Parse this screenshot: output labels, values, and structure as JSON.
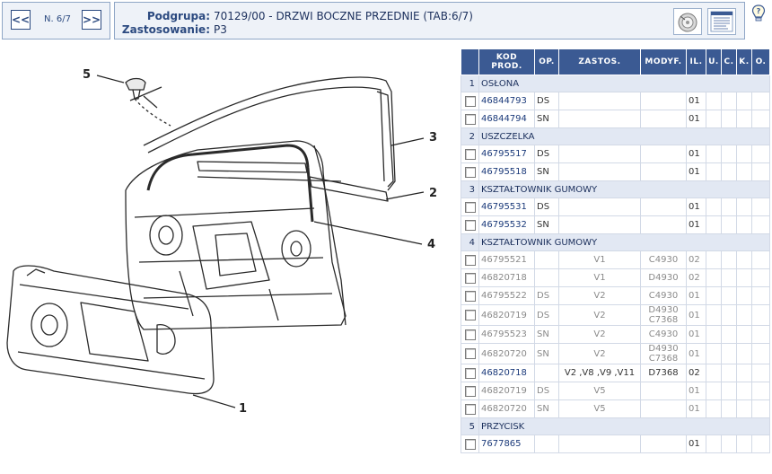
{
  "nav": {
    "prev_label": "<<",
    "next_label": ">>",
    "page_label": "N. 6/7"
  },
  "header": {
    "subgroup_label": "Podgrupa:",
    "subgroup_value": "70129/00 - DRZWI BOCZNE PRZEDNIE (TAB:6/7)",
    "usage_label": "Zastosowanie:",
    "usage_value": "P3"
  },
  "icons": {
    "disc": "disc-icon",
    "document": "document-icon",
    "help": "help-bulb-icon"
  },
  "drawing": {
    "callouts": [
      "5",
      "3",
      "2",
      "4",
      "1"
    ]
  },
  "table": {
    "columns": [
      "KOD PROD.",
      "OP.",
      "ZASTOS.",
      "MODYF.",
      "IL.",
      "U.",
      "C.",
      "K.",
      "O."
    ],
    "groups": [
      {
        "num": "1",
        "name": "OSŁONA",
        "rows": [
          {
            "code": "46844793",
            "op": "DS",
            "zastos": "",
            "modyf": "",
            "il": "01",
            "grey": false
          },
          {
            "code": "46844794",
            "op": "SN",
            "zastos": "",
            "modyf": "",
            "il": "01",
            "grey": false
          }
        ]
      },
      {
        "num": "2",
        "name": "USZCZELKA",
        "rows": [
          {
            "code": "46795517",
            "op": "DS",
            "zastos": "",
            "modyf": "",
            "il": "01",
            "grey": false
          },
          {
            "code": "46795518",
            "op": "SN",
            "zastos": "",
            "modyf": "",
            "il": "01",
            "grey": false
          }
        ]
      },
      {
        "num": "3",
        "name": "KSZTAŁTOWNIK GUMOWY",
        "rows": [
          {
            "code": "46795531",
            "op": "DS",
            "zastos": "",
            "modyf": "",
            "il": "01",
            "grey": false
          },
          {
            "code": "46795532",
            "op": "SN",
            "zastos": "",
            "modyf": "",
            "il": "01",
            "grey": false
          }
        ]
      },
      {
        "num": "4",
        "name": "KSZTAŁTOWNIK GUMOWY",
        "rows": [
          {
            "code": "46795521",
            "op": "",
            "zastos": "V1",
            "modyf": "C4930",
            "il": "02",
            "grey": true
          },
          {
            "code": "46820718",
            "op": "",
            "zastos": "V1",
            "modyf": "D4930",
            "il": "02",
            "grey": true
          },
          {
            "code": "46795522",
            "op": "DS",
            "zastos": "V2",
            "modyf": "C4930",
            "il": "01",
            "grey": true
          },
          {
            "code": "46820719",
            "op": "DS",
            "zastos": "V2",
            "modyf": "D4930\nC7368",
            "il": "01",
            "grey": true
          },
          {
            "code": "46795523",
            "op": "SN",
            "zastos": "V2",
            "modyf": "C4930",
            "il": "01",
            "grey": true
          },
          {
            "code": "46820720",
            "op": "SN",
            "zastos": "V2",
            "modyf": "D4930\nC7368",
            "il": "01",
            "grey": true
          },
          {
            "code": "46820718",
            "op": "",
            "zastos": "V2 ,V8 ,V9 ,V11",
            "modyf": "D7368",
            "il": "02",
            "grey": false
          },
          {
            "code": "46820719",
            "op": "DS",
            "zastos": "V5",
            "modyf": "",
            "il": "01",
            "grey": true
          },
          {
            "code": "46820720",
            "op": "SN",
            "zastos": "V5",
            "modyf": "",
            "il": "01",
            "grey": true
          }
        ]
      },
      {
        "num": "5",
        "name": "PRZYCISK",
        "rows": [
          {
            "code": "7677865",
            "op": "",
            "zastos": "",
            "modyf": "",
            "il": "01",
            "grey": false
          }
        ]
      }
    ]
  }
}
